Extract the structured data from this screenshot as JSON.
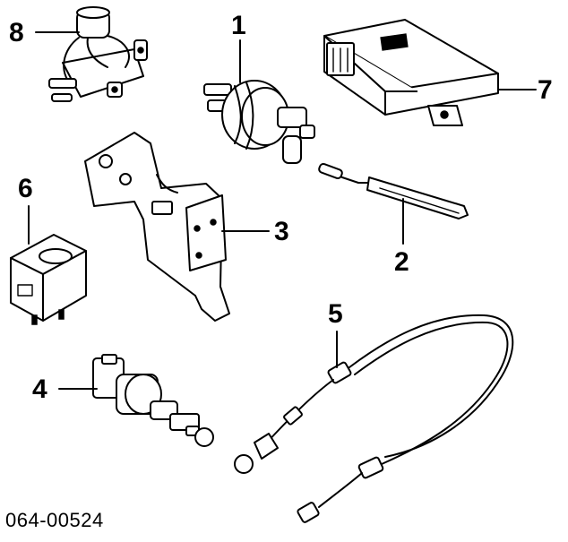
{
  "callouts": [
    {
      "id": "1",
      "label": "1"
    },
    {
      "id": "2",
      "label": "2"
    },
    {
      "id": "3",
      "label": "3"
    },
    {
      "id": "4",
      "label": "4"
    },
    {
      "id": "5",
      "label": "5"
    },
    {
      "id": "6",
      "label": "6"
    },
    {
      "id": "7",
      "label": "7"
    },
    {
      "id": "8",
      "label": "8"
    }
  ],
  "diagram_code": "064-00524"
}
